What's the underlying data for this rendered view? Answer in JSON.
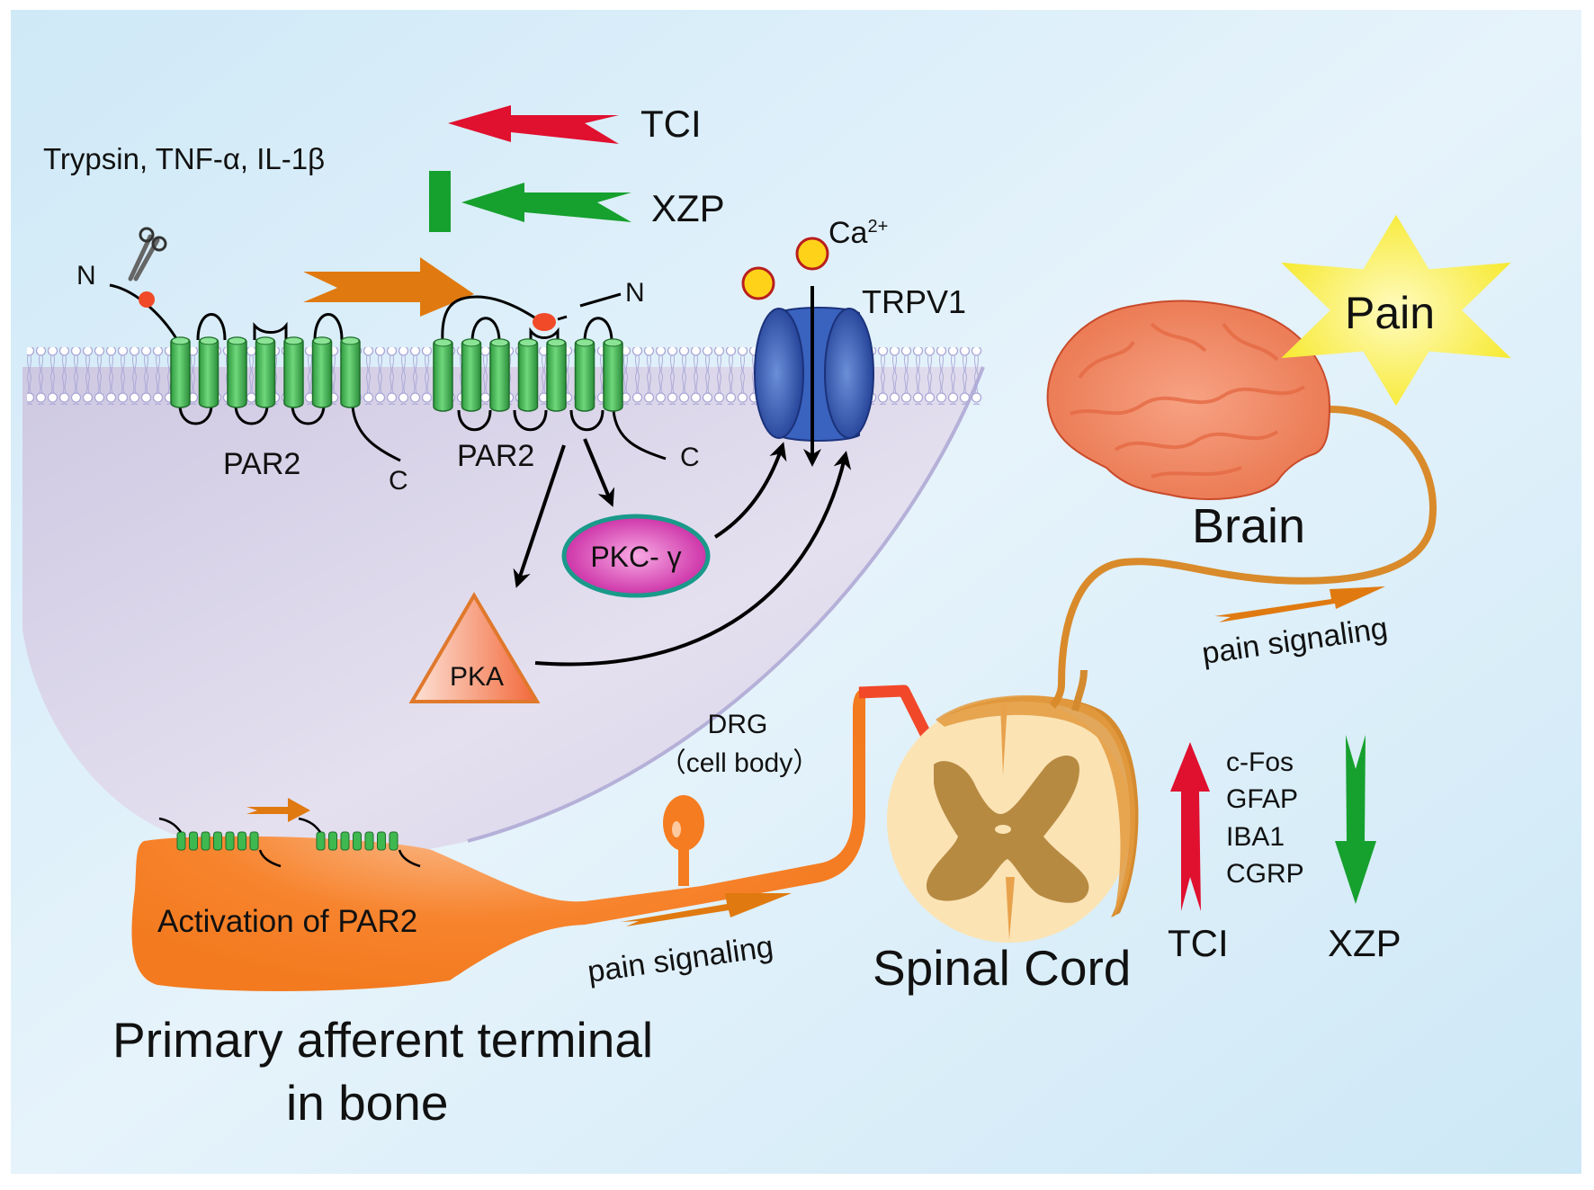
{
  "figure": {
    "inducers_label": "Trypsin, TNF-α, IL-1β",
    "treatments": {
      "tci": "TCI",
      "xzp": "XZP"
    },
    "membrane_labels": {
      "n_terminus": "N",
      "c_terminus": "C",
      "par2": "PAR2",
      "trpv1": "TRPV1",
      "calcium": "Ca",
      "calcium_charge": "2+"
    },
    "kinases": {
      "pkc": "PKC- γ",
      "pka": "PKA"
    },
    "terminal": {
      "activation_label": "Activation of PAR2",
      "title_line1": "Primary afferent terminal",
      "title_line2": "in bone"
    },
    "drg": {
      "label": "DRG",
      "sublabel": "（cell body）"
    },
    "signal_label": "pain signaling",
    "spinal_cord": {
      "label": "Spinal Cord",
      "markers": [
        "c-Fos",
        "GFAP",
        "IBA1",
        "CGRP"
      ],
      "tci_effect": "up",
      "xzp_effect": "down"
    },
    "brain": {
      "label": "Brain",
      "pain_label": "Pain"
    },
    "colors": {
      "background": "#d4ebf7",
      "cell_interior": "#d3cde6",
      "receptor": "#3fb84f",
      "trpv1": "#2a4fa8",
      "tci_arrow": "#e0102f",
      "xzp_arrow": "#16a02e",
      "activation_arrow": "#e07a10",
      "pkc": "#d028a8",
      "pka": "#f47a4a",
      "nerve": "#f57c20",
      "brain": "#f08060",
      "star": "#f8ec28",
      "spinal_white": "#fbe3b4",
      "spinal_gray": "#b78a42"
    }
  }
}
